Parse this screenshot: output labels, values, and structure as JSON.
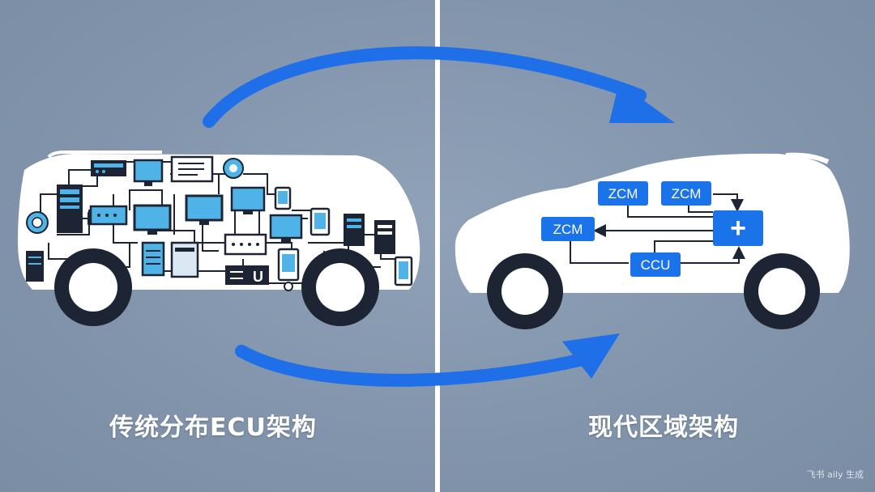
{
  "left_title": "传统分布ECU架构",
  "right_title": "现代区域架构",
  "watermark": "飞书 aily 生成",
  "zonal": {
    "zcm_top_left": "ZCM",
    "zcm_top_right": "ZCM",
    "zcm_left": "ZCM",
    "ccu": "CCU",
    "hub_symbol": "+"
  },
  "ecu_side_glyph": "U",
  "colors": {
    "background": "#8497ae",
    "accent_blue": "#1e6fe8",
    "module_blue": "#1a73e8",
    "device_cyan": "#4fb3e8",
    "device_dark": "#1d2433",
    "car_body": "#ffffff",
    "divider": "#ffffff"
  },
  "icons": [
    "transform-arrow-icon",
    "return-arrow-icon",
    "car-icon",
    "wheel-icon",
    "monitor-icon",
    "tower-pc-icon",
    "phone-icon",
    "router-icon",
    "server-icon",
    "sensor-icon",
    "plus-icon"
  ]
}
